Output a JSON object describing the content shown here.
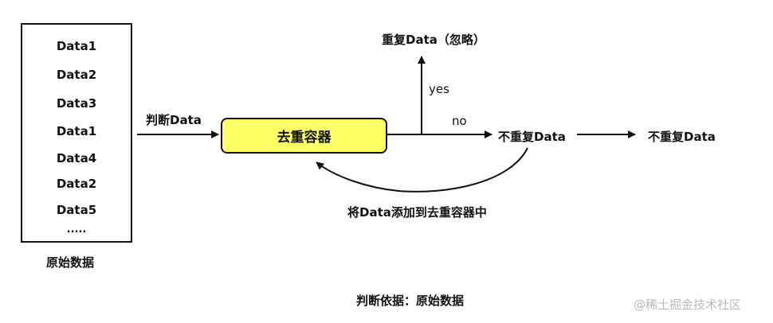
{
  "source": {
    "items": [
      "Data1",
      "Data2",
      "Data3",
      "Data1",
      "Data4",
      "Data2",
      "Data5",
      "....."
    ],
    "caption": "原始数据"
  },
  "edges": {
    "check_label": "判断Data",
    "yes_label": "yes",
    "no_label": "no",
    "add_back_label": "将Data添加到去重容器中"
  },
  "nodes": {
    "dedup_container": "去重容器",
    "duplicate": "重复Data（忽略）",
    "unique_mid": "不重复Data",
    "unique_out": "不重复Data"
  },
  "footer": {
    "basis": "判断依据：原始数据",
    "watermark": "@稀土掘金技术社区"
  }
}
